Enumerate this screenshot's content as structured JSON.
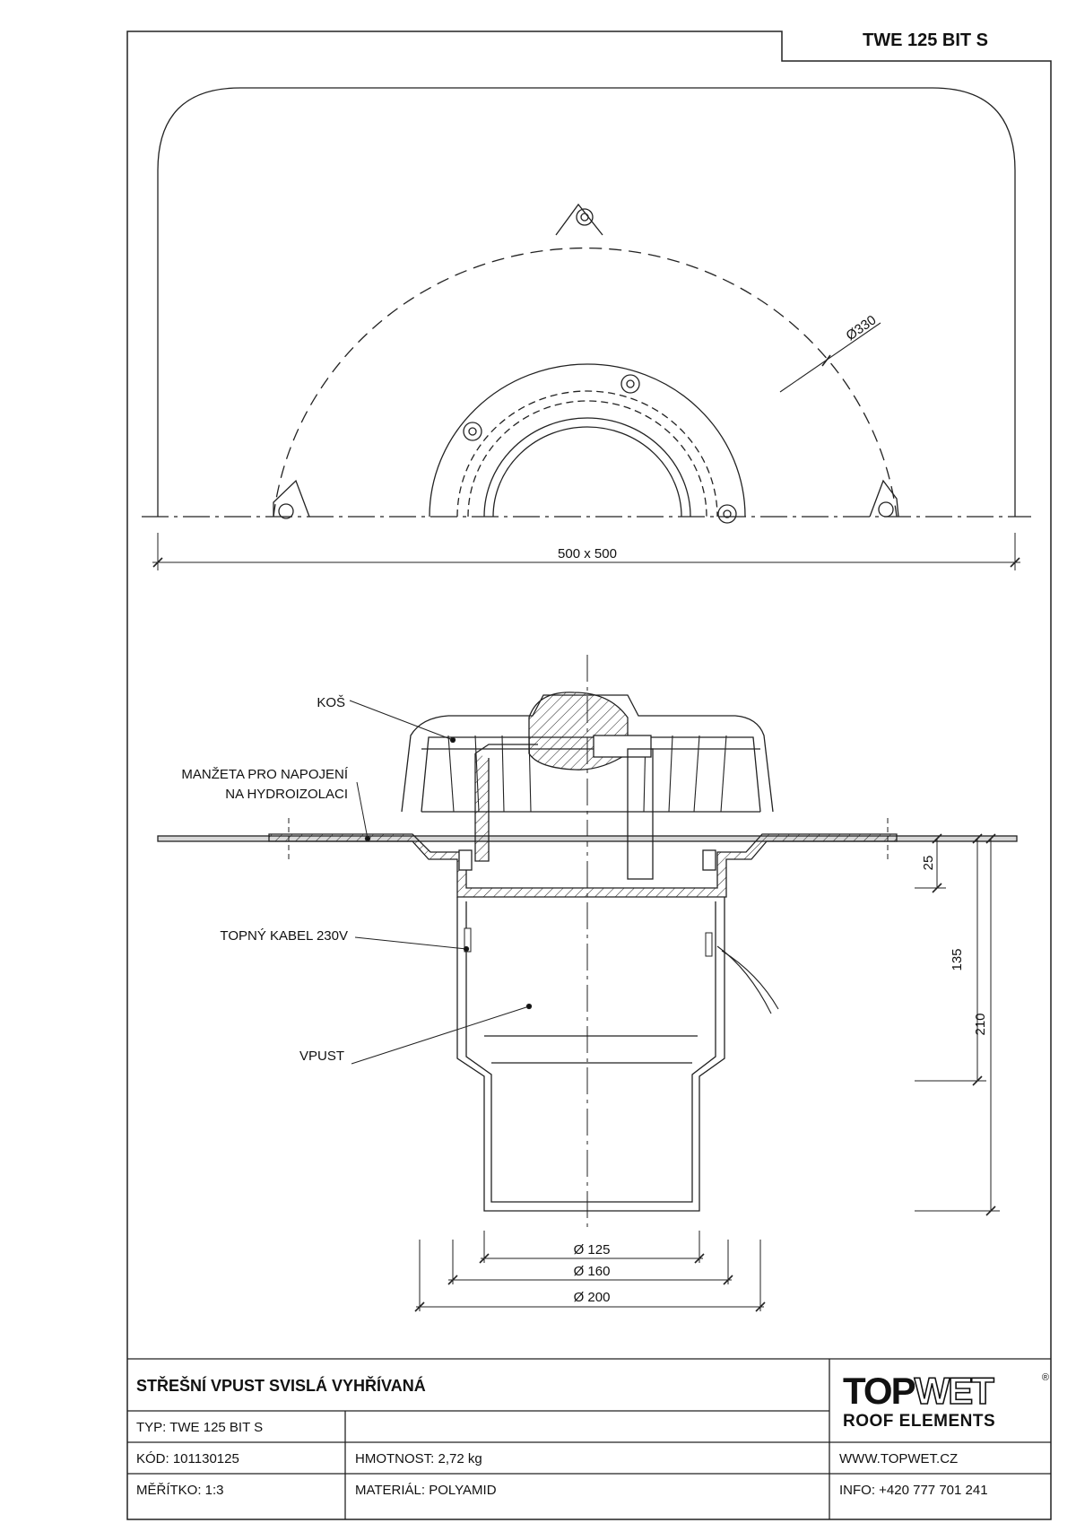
{
  "header": {
    "code": "TWE 125 BIT S"
  },
  "top_view": {
    "diameter_label": "Ø330",
    "size_label": "500 x 500"
  },
  "section_view": {
    "labels": {
      "kos": "KOŠ",
      "manzeta_line1": "MANŽETA PRO NAPOJENÍ",
      "manzeta_line2": "NA HYDROIZOLACI",
      "topny_kabel": "TOPNÝ KABEL 230V",
      "vpust": "VPUST"
    },
    "dims": {
      "d125": "Ø 125",
      "d160": "Ø 160",
      "d200": "Ø 200",
      "h25": "25",
      "h135": "135",
      "h210": "210"
    }
  },
  "title_block": {
    "title": "STŘEŠNÍ VPUST SVISLÁ VYHŘÍVANÁ",
    "typ": "TYP: TWE 125 BIT S",
    "kod": "KÓD: 101130125",
    "hmotnost": "HMOTNOST: 2,72 kg",
    "meritko": "MĚŘÍTKO: 1:3",
    "material": "MATERIÁL: POLYAMID",
    "web": "WWW.TOPWET.CZ",
    "info": "INFO: +420 777 701 241",
    "brand_top": "TOP",
    "brand_wet": "WET",
    "brand_reg": "®",
    "brand_sub": "ROOF ELEMENTS"
  }
}
